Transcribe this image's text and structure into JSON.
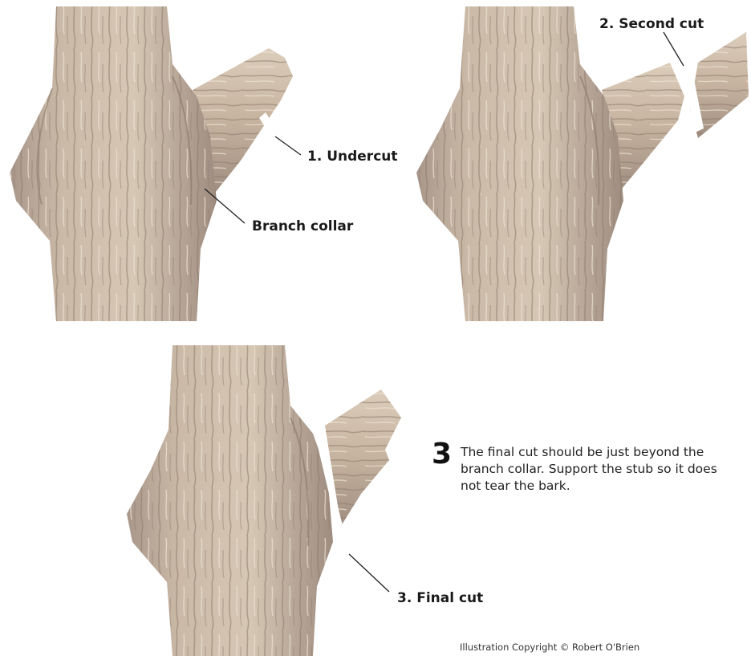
{
  "labels": {
    "undercut": "1. Undercut",
    "branch_collar": "Branch collar",
    "second_cut": "2. Second cut",
    "final_cut": "3. Final cut"
  },
  "step": {
    "number": "3",
    "text": "The final cut should be just beyond the branch collar. Support the stub so it does not tear the bark."
  },
  "copyright": "Illustration Copyright © Robert O'Brien",
  "colors": {
    "bark": "#c4b1a0",
    "bark_light": "#e2d6c4",
    "bark_dark": "#8a7868",
    "cut": "#ffffff"
  }
}
